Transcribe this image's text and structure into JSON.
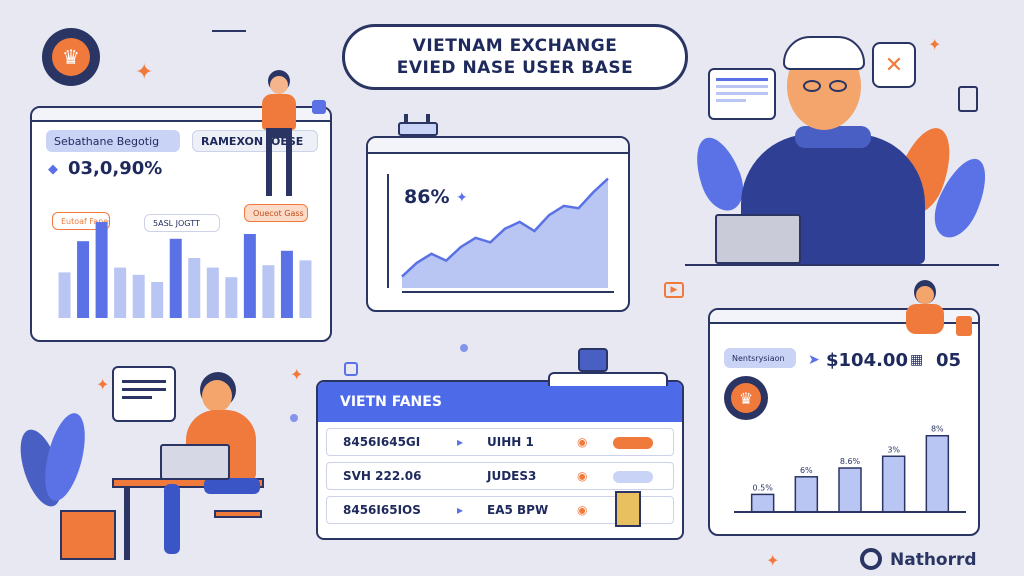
{
  "title": {
    "line1": "VIETNAM EXCHANGE",
    "line2": "EVIED NASE USER BASE"
  },
  "left_panel": {
    "tab_label": "Sebathane Begotig",
    "header_label": "RAMEXON IOESE",
    "big_value": "03,0,90%",
    "callouts": [
      "Eutoaf Fanes",
      "5ASL JOGTT",
      "Ouecot Gass"
    ],
    "bar_values": [
      38,
      64,
      80,
      42,
      36,
      30,
      66,
      50,
      42,
      34,
      70,
      44,
      56,
      48
    ],
    "bar_highlight": [
      false,
      true,
      true,
      false,
      false,
      false,
      true,
      false,
      false,
      false,
      true,
      false,
      true,
      false
    ]
  },
  "line_panel": {
    "value": "86%",
    "points": [
      10,
      22,
      30,
      24,
      36,
      44,
      40,
      52,
      58,
      50,
      64,
      72,
      70,
      84,
      96
    ]
  },
  "table_panel": {
    "header": "VIETN FANES",
    "rows": [
      {
        "col1": "8456I645GI",
        "col2": "UIHH 1"
      },
      {
        "col1": "SVH 222.06",
        "col2": "JUDES3"
      },
      {
        "col1": "8456I65IOS",
        "col2": "EA5 BPW"
      }
    ]
  },
  "right_panel": {
    "tag_label": "Nentsrysiaon",
    "amount": "$104.00",
    "count": "05",
    "bar_labels": [
      "0.5%",
      "6%",
      "8.6%",
      "3%",
      "8%"
    ],
    "bar_values": [
      12,
      24,
      30,
      38,
      52
    ]
  },
  "brand": {
    "name": "Nathorrd"
  },
  "colors": {
    "navy": "#2a3563",
    "blue": "#5a72e6",
    "light_blue": "#b9c5f3",
    "orange": "#f07a3c",
    "background": "#e7e8f2"
  }
}
